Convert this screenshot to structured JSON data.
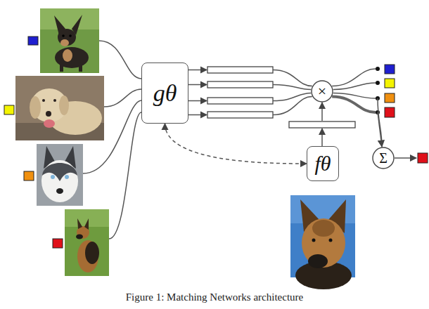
{
  "diagram": {
    "caption": "Figure 1: Matching Networks architecture",
    "nodes": [
      {
        "text": [
          "gθ"
        ]
      },
      {
        "text": [
          "×"
        ]
      },
      {
        "text": [
          "fθ"
        ]
      },
      {
        "text": [
          "Σ"
        ]
      }
    ],
    "edges": [
      {
        "from": 0,
        "to": 1,
        "arrow": "to"
      },
      {
        "from": 2,
        "to": 1,
        "arrow": "to"
      },
      {
        "from": 0,
        "to": 2,
        "arrow": "both"
      },
      {
        "from": 1,
        "to": 3,
        "arrow": "to"
      }
    ]
  }
}
